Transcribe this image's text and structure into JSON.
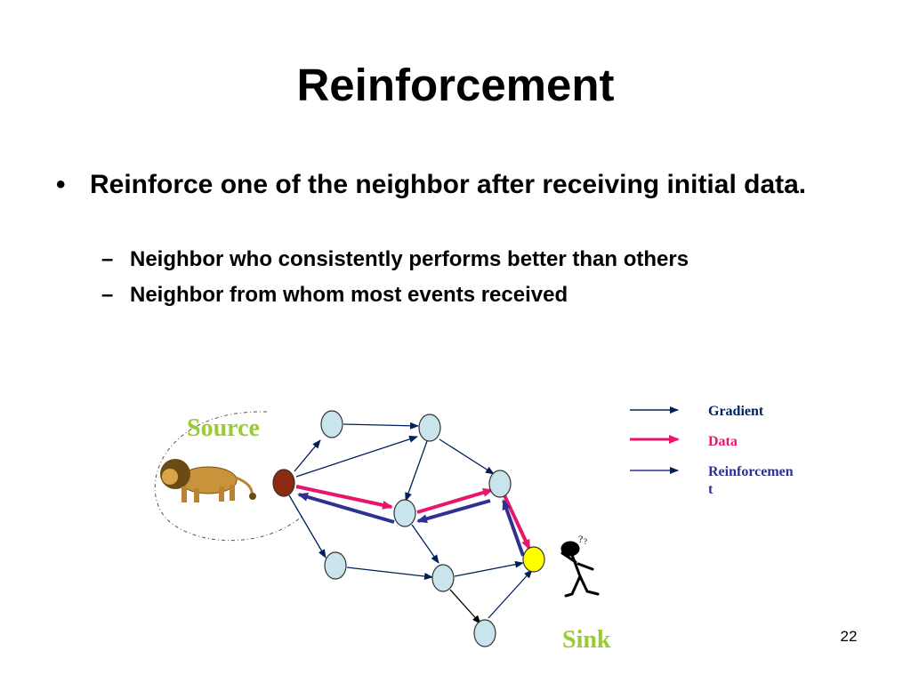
{
  "slide": {
    "title": "Reinforcement",
    "bullet": {
      "text": "Reinforce one of the neighbor after receiving initial data.",
      "subitems": [
        "Neighbor who consistently performs better than others",
        "Neighbor from whom most events received"
      ]
    },
    "diagram": {
      "source_label": "Source",
      "sink_label": "Sink",
      "source_icon": "lion-icon",
      "sink_icon": "thinking-person-icon"
    },
    "legend": [
      {
        "label": "Gradient",
        "color": "#00205b"
      },
      {
        "label": "Data",
        "color": "#e8156b"
      },
      {
        "label": "Reinforcement",
        "color": "#2e3192"
      }
    ],
    "page_number": "22"
  },
  "colors": {
    "label_green": "#99cc33",
    "node_fill": "#c9e4ec",
    "source_node": "#8b2a10",
    "sink_node": "#ffff00"
  }
}
